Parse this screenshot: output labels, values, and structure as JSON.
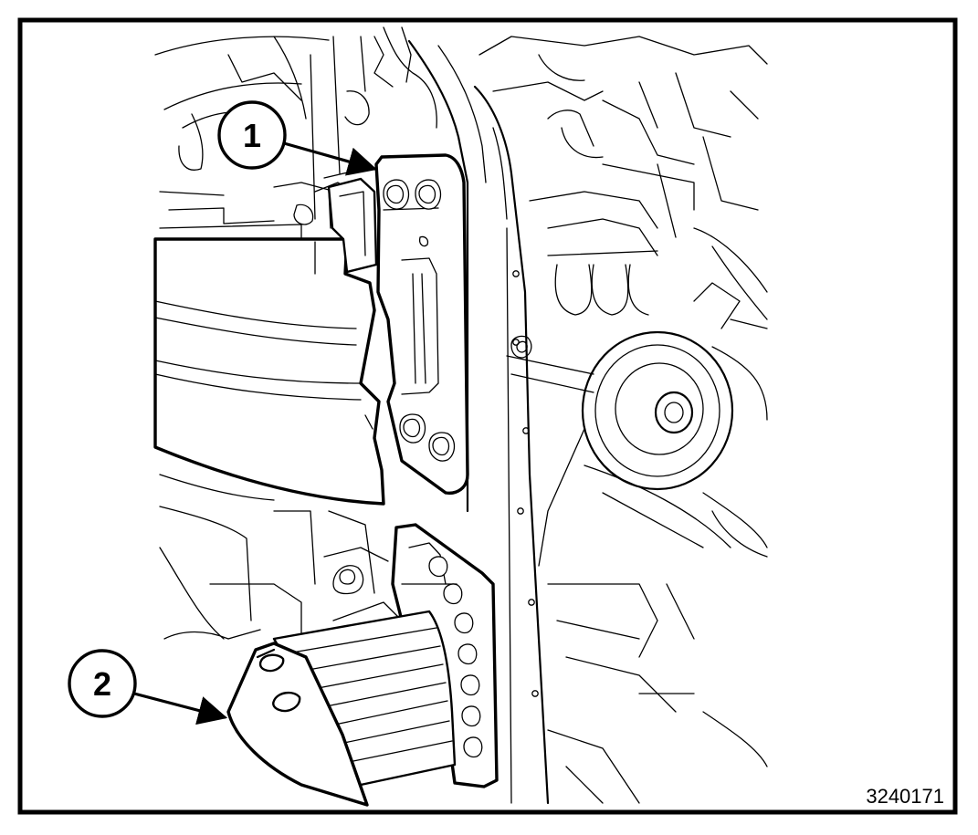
{
  "figure": {
    "callouts": [
      {
        "id": "1",
        "label": "1"
      },
      {
        "id": "2",
        "label": "2"
      }
    ],
    "figure_number": "3240171"
  },
  "colors": {
    "line": "#000000",
    "background": "#ffffff"
  }
}
